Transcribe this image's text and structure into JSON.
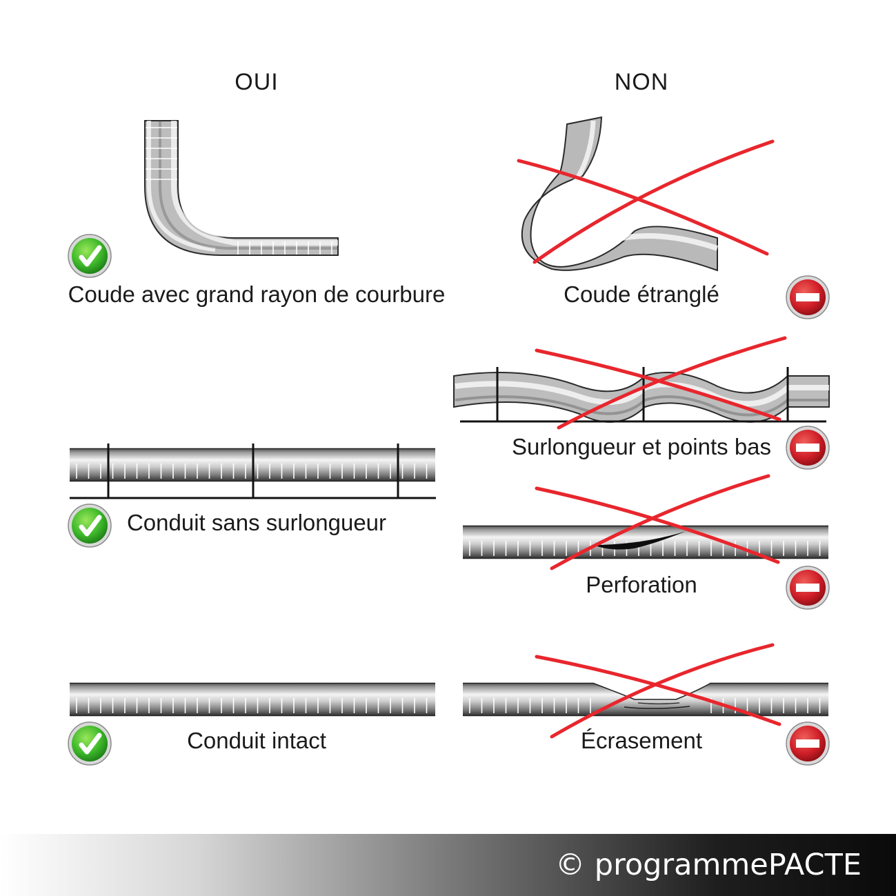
{
  "headers": {
    "yes": "OUI",
    "no": "NON"
  },
  "good_items": [
    {
      "caption": "Coude avec grand rayon de courbure",
      "status": "check-icon"
    },
    {
      "caption": "Conduit sans surlongueur",
      "status": "check-icon"
    },
    {
      "caption": "Conduit intact",
      "status": "check-icon"
    }
  ],
  "bad_items": [
    {
      "caption": "Coude étranglé",
      "status": "no-entry-icon"
    },
    {
      "caption": "Surlongueur et points bas",
      "status": "no-entry-icon"
    },
    {
      "caption": "Perforation",
      "status": "no-entry-icon"
    },
    {
      "caption": "Écrasement",
      "status": "no-entry-icon"
    }
  ],
  "footer": {
    "copyright": "© programmePACTE"
  },
  "colors": {
    "check_green": "#3db82a",
    "no_entry_red": "#d01f28",
    "cross_red": "#e8262d",
    "pipe_dark": "#3a3a3a",
    "pipe_light": "#f2f2f2"
  }
}
